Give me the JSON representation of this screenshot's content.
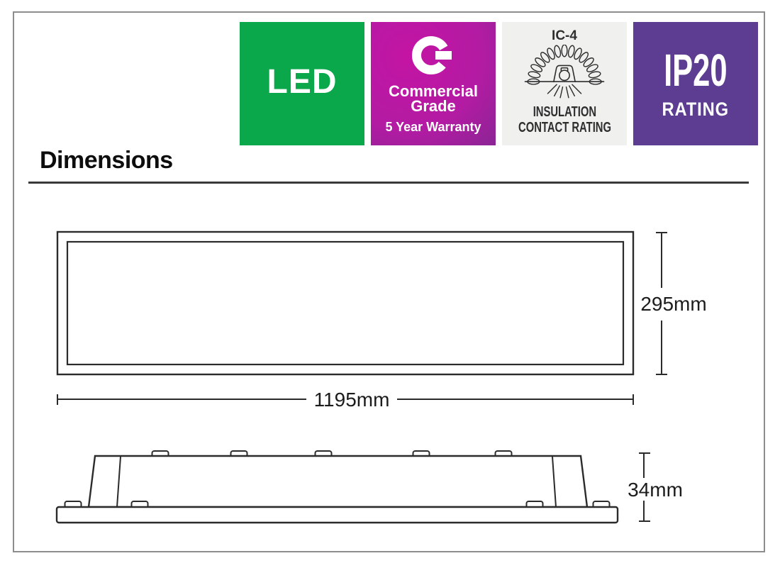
{
  "colors": {
    "led_green": "#0aa84b",
    "commercial_magenta": "#c414a4",
    "commercial_purple": "#6f2b8a",
    "ic_badge_bg": "#f0f0ee",
    "ip_purple": "#5c3d92",
    "frame_border": "#8d8d8d",
    "drawing_stroke": "#2b2b2b"
  },
  "badges": {
    "led": {
      "label": "LED"
    },
    "commercial": {
      "logo_icon": "g-logo-icon",
      "line1": "Commercial",
      "line2": "Grade",
      "line3": "5 Year Warranty"
    },
    "ic": {
      "rating": "IC-4",
      "icon": "insulation-contact-downlight-icon",
      "line1": "INSULATION",
      "line2": "CONTACT RATING"
    },
    "ip": {
      "code": "IP20",
      "label": "RATING"
    }
  },
  "section": {
    "title": "Dimensions"
  },
  "dimensions": {
    "front_width": "1195mm",
    "front_height": "295mm",
    "side_height": "34mm"
  }
}
